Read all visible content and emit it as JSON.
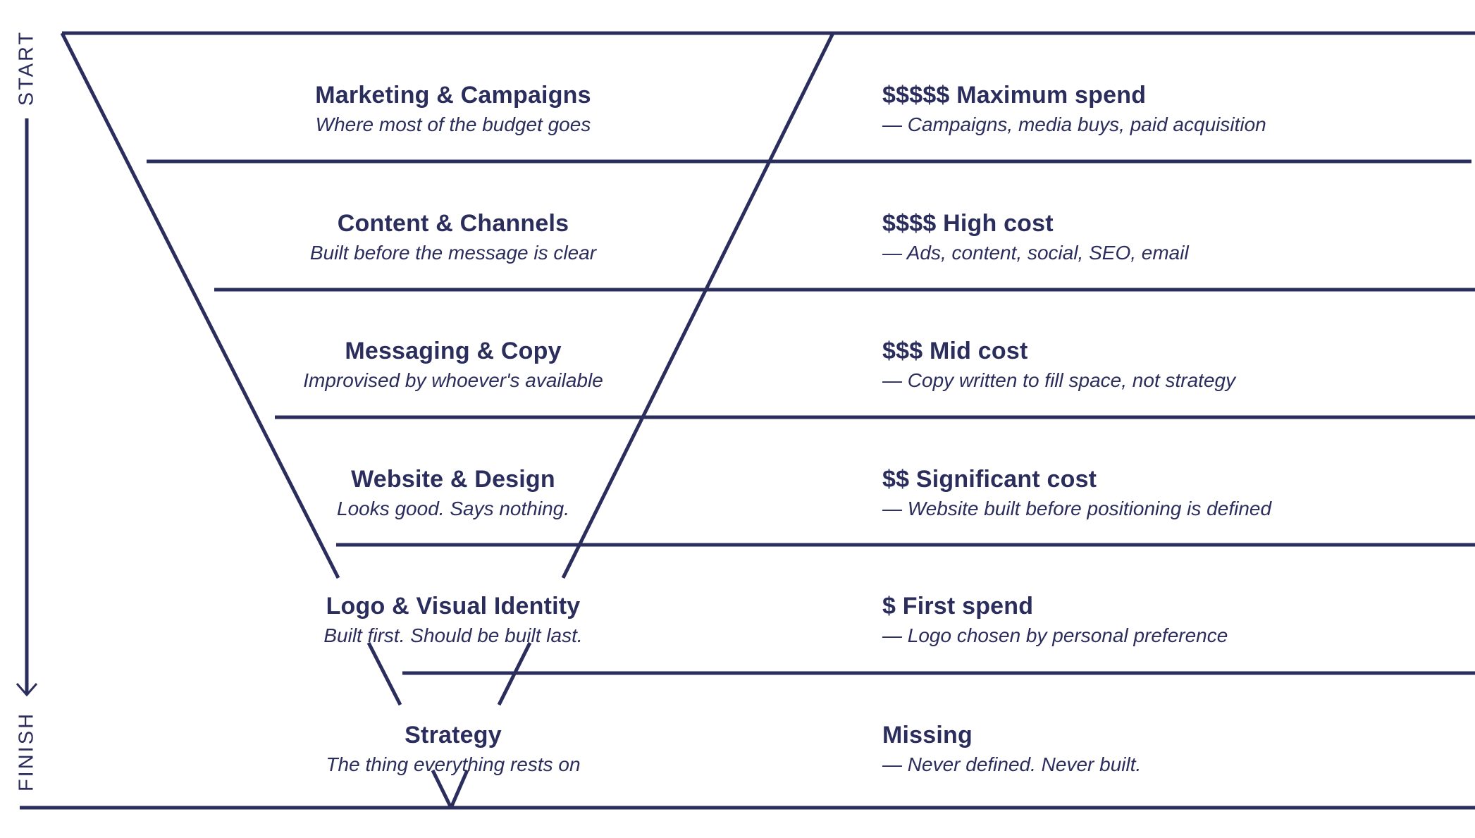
{
  "axis": {
    "start_label": "START",
    "finish_label": "FINISH"
  },
  "colors": {
    "ink": "#2b2d5c",
    "background": "#ffffff"
  },
  "layers": [
    {
      "title": "Marketing & Campaigns",
      "note": "Where most of the budget goes",
      "cost_title": "$$$$$ Maximum spend",
      "cost_note": "— Campaigns, media buys, paid acquisition"
    },
    {
      "title": "Content & Channels",
      "note": "Built before the message is clear",
      "cost_title": "$$$$ High cost",
      "cost_note": "— Ads, content, social, SEO, email"
    },
    {
      "title": "Messaging & Copy",
      "note": "Improvised by whoever's available",
      "cost_title": "$$$ Mid cost",
      "cost_note": "— Copy written to fill space, not strategy"
    },
    {
      "title": "Website & Design",
      "note": "Looks good. Says nothing.",
      "cost_title": "$$ Significant cost",
      "cost_note": "— Website built before positioning is defined"
    },
    {
      "title": "Logo & Visual Identity",
      "note": "Built first. Should be built last.",
      "cost_title": "$ First spend",
      "cost_note": "— Logo chosen by personal preference"
    },
    {
      "title": "Strategy",
      "note": "The thing everything rests on",
      "cost_title": "Missing",
      "cost_note": "— Never defined. Never built."
    }
  ]
}
